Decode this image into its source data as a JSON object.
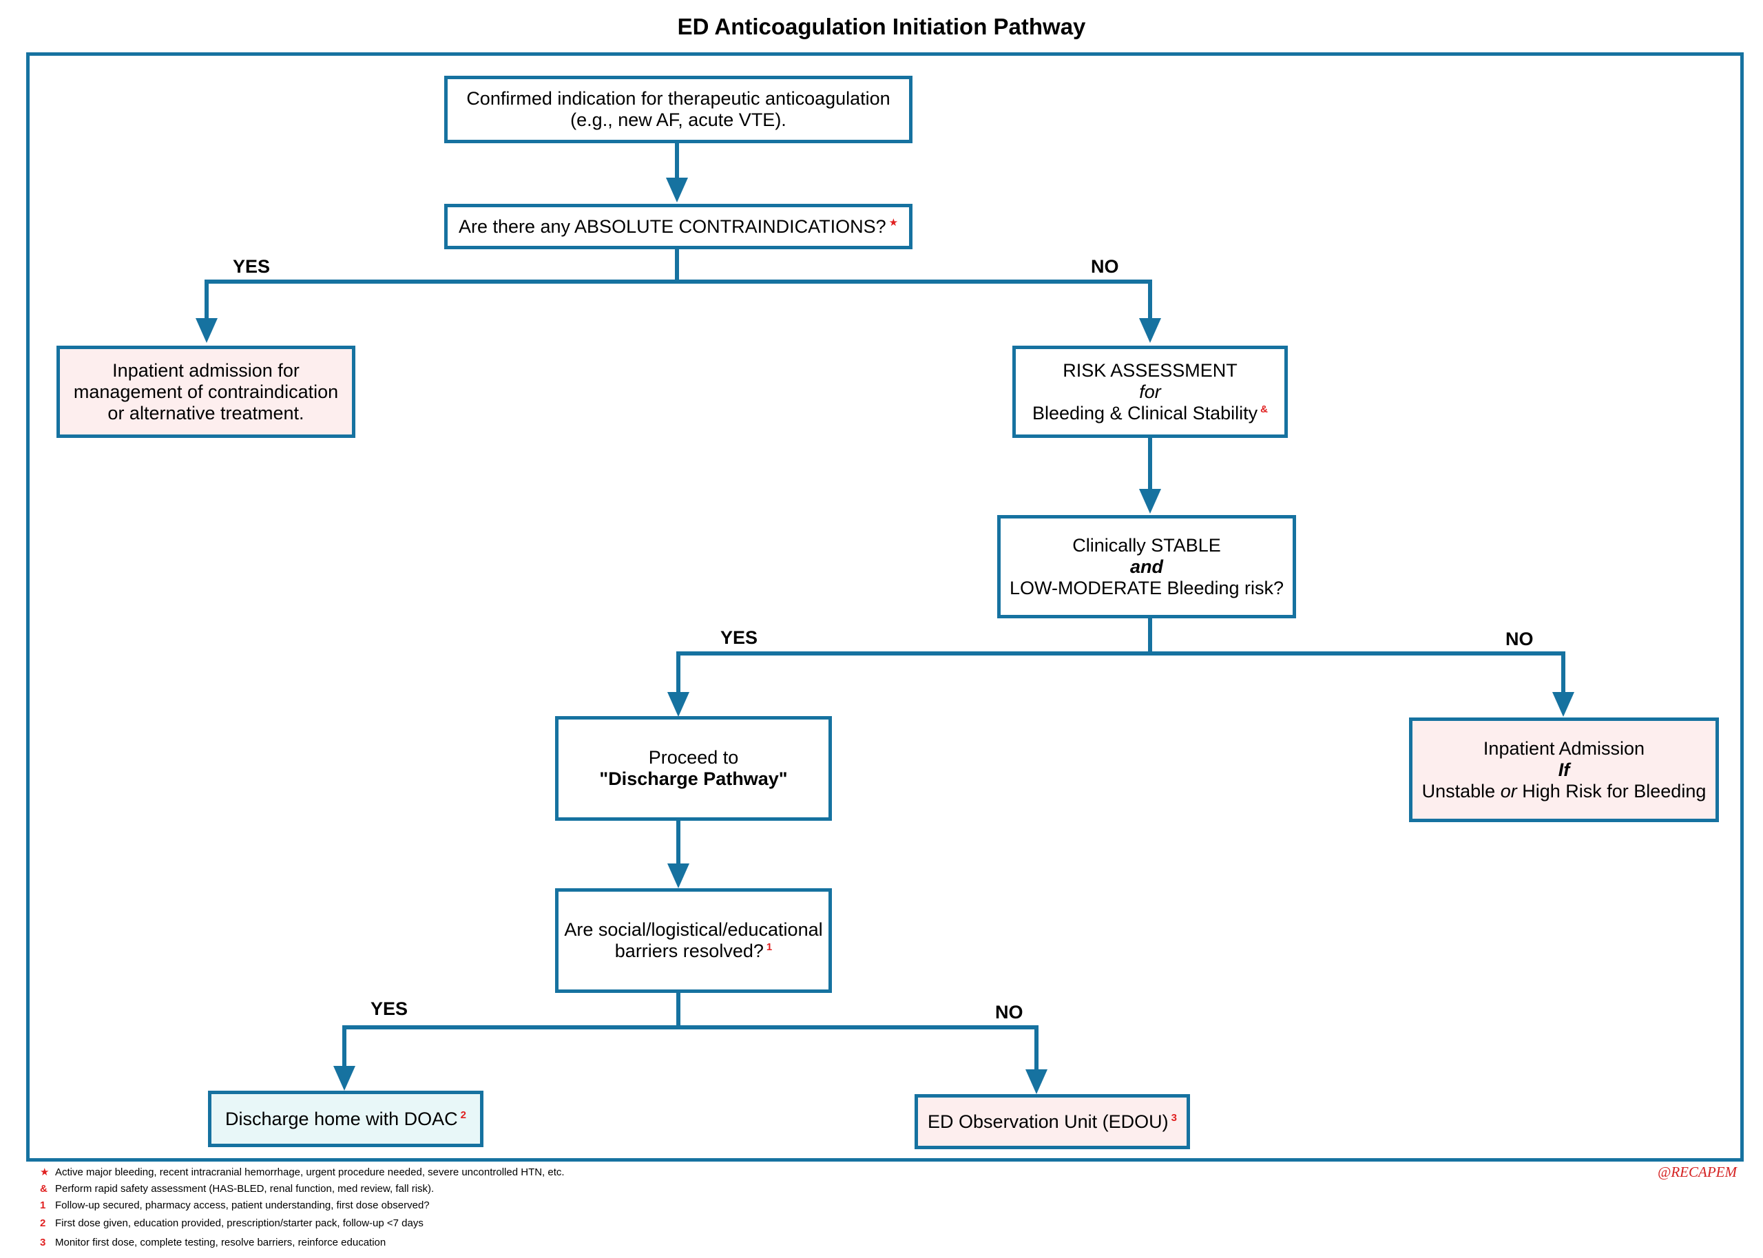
{
  "title": "ED Anticoagulation Initiation Pathway",
  "colors": {
    "stroke": "#1672a0",
    "pink_fill": "#fdeeee",
    "cyan_fill": "#e8f7f8",
    "footnote_mark": "#e02020"
  },
  "nodes": {
    "indication": {
      "line1": "Confirmed indication for therapeutic anticoagulation",
      "line2": "(e.g., new AF, acute VTE)."
    },
    "contraindications": {
      "text": "Are there any ABSOLUTE CONTRAINDICATIONS?",
      "mark": "★"
    },
    "inpatient_contra": {
      "line1": "Inpatient admission for",
      "line2": "management of contraindication",
      "line3": "or alternative treatment."
    },
    "risk_assessment": {
      "line1": "RISK ASSESSMENT",
      "line2": "for",
      "line3": "Bleeding & Clinical Stability",
      "mark": "&"
    },
    "stable": {
      "line1": "Clinically STABLE",
      "line2": "and",
      "line3": "LOW-MODERATE Bleeding risk?"
    },
    "discharge_pathway": {
      "line1": "Proceed to",
      "quote_open": "\"",
      "bold": "Discharge Pathway",
      "quote_close": "\""
    },
    "inpatient_unstable": {
      "line1": "Inpatient Admission",
      "line2": "If",
      "line3_a": "Unstable ",
      "line3_or": "or",
      "line3_b": " High Risk for Bleeding"
    },
    "barriers": {
      "line1": "Are social/logistical/educational",
      "line2": "barriers resolved?",
      "mark": "1"
    },
    "discharge_home": {
      "text": "Discharge home with DOAC",
      "mark": "2"
    },
    "edou": {
      "text": "ED Observation Unit (EDOU)",
      "mark": "3"
    }
  },
  "labels": {
    "yes1": "YES",
    "no1": "NO",
    "yes2": "YES",
    "no2": "NO",
    "yes3": "YES",
    "no3": "NO"
  },
  "footnotes": [
    {
      "mark": "★",
      "text": "Active major bleeding, recent intracranial hemorrhage, urgent procedure needed, severe uncontrolled HTN, etc."
    },
    {
      "mark": "&",
      "text": "Perform rapid safety assessment (HAS-BLED, renal function, med review, fall risk)."
    },
    {
      "mark": "1",
      "text": "Follow-up secured, pharmacy access, patient understanding, first dose observed?"
    },
    {
      "mark": "2",
      "text": "First dose given, education provided, prescription/starter pack, follow-up <7 days"
    },
    {
      "mark": "3",
      "text": "Monitor first dose, complete testing, resolve barriers, reinforce education"
    }
  ],
  "signature": "@RECAPEM"
}
